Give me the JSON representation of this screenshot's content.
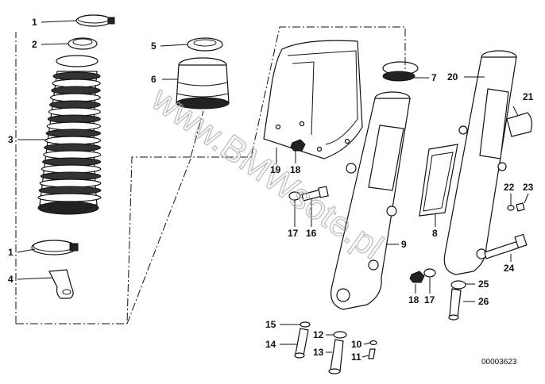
{
  "watermark": "www.BMWsote.pl",
  "document_number": "00003623",
  "callouts": {
    "c1a": "1",
    "c2": "2",
    "c3": "3",
    "c1b": "1",
    "c4": "4",
    "c5": "5",
    "c6": "6",
    "c7": "7",
    "c20": "20",
    "c21": "21",
    "c19": "19",
    "c18a": "18",
    "c17a": "17",
    "c16": "16",
    "c9": "9",
    "c8": "8",
    "c22": "22",
    "c23": "23",
    "c24": "24",
    "c18b": "18",
    "c17b": "17",
    "c25": "25",
    "c26": "26",
    "c15": "15",
    "c14": "14",
    "c12": "12",
    "c13": "13",
    "c10": "10",
    "c11": "11"
  }
}
